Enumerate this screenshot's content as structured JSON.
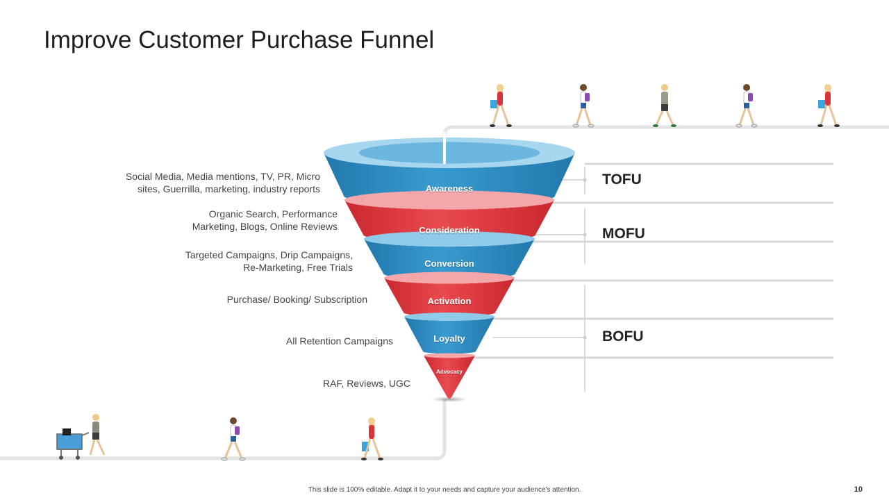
{
  "slide": {
    "title": "Improve Customer Purchase Funnel",
    "footer": "This slide is 100% editable. Adapt it to your needs and capture your audience's attention.",
    "page_number": "10"
  },
  "funnel": {
    "stages": [
      {
        "label": "Awareness",
        "color": "#2e8fc6",
        "description_lines": [
          "Social Media, Media mentions, TV, PR, Micro",
          "sites, Guerrilla, marketing, industry reports"
        ]
      },
      {
        "label": "Consideration",
        "color": "#e0383e",
        "description_lines": [
          "Organic Search, Performance",
          "Marketing, Blogs, Online Reviews"
        ]
      },
      {
        "label": "Conversion",
        "color": "#2e8fc6",
        "description_lines": [
          "Targeted Campaigns, Drip Campaigns,",
          "Re-Marketing, Free Trials"
        ]
      },
      {
        "label": "Activation",
        "color": "#e0383e",
        "description_lines": [
          "Purchase/ Booking/ Subscription"
        ]
      },
      {
        "label": "Loyalty",
        "color": "#2e8fc6",
        "description_lines": [
          "All Retention Campaigns"
        ]
      },
      {
        "label": "Advocacy",
        "color": "#e0383e",
        "description_lines": [
          "RAF, Reviews, UGC"
        ]
      }
    ],
    "segments": [
      "TOFU",
      "MOFU",
      "BOFU"
    ]
  },
  "colors": {
    "blue": "#2e8fc6",
    "red": "#e0383e",
    "divider": "#d9d9d9"
  },
  "icons": [
    "shopper-woman-icon",
    "shopper-girl-icon",
    "walking-man-icon",
    "shopping-cart-man-icon"
  ]
}
